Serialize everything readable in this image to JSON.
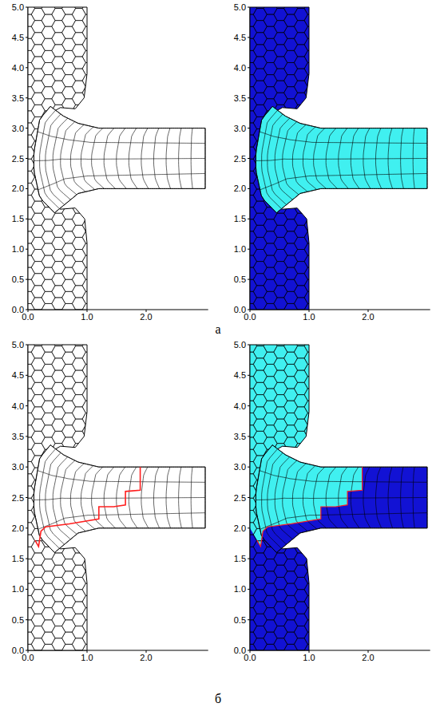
{
  "diagram": {
    "labels": [
      "0.0",
      "0.5",
      "1.0",
      "1.5",
      "2.0",
      "2.5",
      "3.0",
      "3.5",
      "4.0",
      "4.5",
      "5.0",
      "0.0",
      "1.0",
      "2.0",
      "0.0",
      "0.5",
      "1.0",
      "1.5",
      "2.0",
      "2.5",
      "3.0",
      "3.5",
      "4.0",
      "4.5",
      "5.0",
      "0.0",
      "1.0",
      "2.0",
      "а",
      "0.0",
      "0.5",
      "1.0",
      "1.5",
      "2.0",
      "2.5",
      "3.0",
      "3.5",
      "4.0",
      "4.5",
      "5.0",
      "0.0",
      "1.0",
      "2.0",
      "0.0",
      "0.5",
      "1.0",
      "1.5",
      "2.0",
      "2.5",
      "3.0",
      "3.5",
      "4.0",
      "4.5",
      "5.0",
      "0.0",
      "1.0",
      "2.0",
      "б"
    ]
  }
}
